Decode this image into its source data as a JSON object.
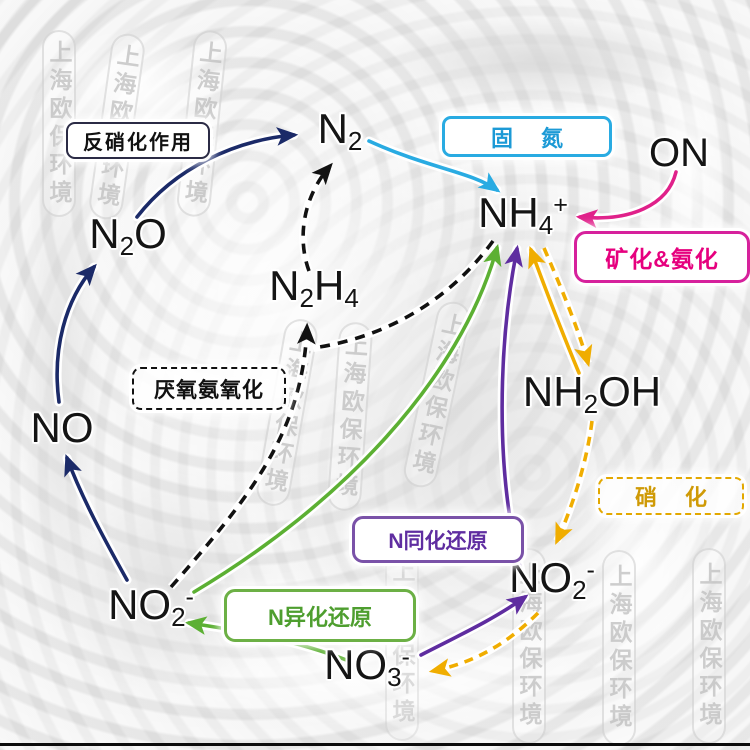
{
  "diagram": "nitrogen cycle process diagram",
  "watermark": {
    "text": "上海欧保环境"
  },
  "nodes": {
    "n2": {
      "main": "N",
      "sub": "2"
    },
    "n2o": {
      "main": "N",
      "sub": "2",
      "tail": "O"
    },
    "n2h4": {
      "main": "N",
      "sub": "2",
      "tail": "H",
      "sub2": "4"
    },
    "nh4": {
      "main": "NH",
      "sub": "4",
      "sup": "+"
    },
    "on": {
      "main": "ON"
    },
    "nh2oh": {
      "main": "NH",
      "sub": "2",
      "tail": "OH"
    },
    "no": {
      "main": "NO"
    },
    "no2_left": {
      "main": "NO",
      "sub": "2",
      "sup": "-"
    },
    "no2_right": {
      "main": "NO",
      "sub": "2",
      "sup": "-"
    },
    "no3": {
      "main": "NO",
      "sub": "3",
      "sup": "-"
    }
  },
  "labels": {
    "denitrification": "反硝化作用",
    "fixation": "固 氮",
    "mineralization": "矿化&氨化",
    "anammox": "厌氧氨氧化",
    "nitrification": "硝 化",
    "assimilatory": "N同化还原",
    "dissimilatory": "N异化还原"
  },
  "colors": {
    "denitrification_navy": "#1b2a68",
    "fixation_cyan": "#29abe2",
    "mineralization_magenta": "#e6007e",
    "nitrification_gold": "#f0ad00",
    "dissimilatory_green": "#5cb033",
    "assimilatory_purple": "#5f2da0",
    "anammox_black": "#121212"
  },
  "edges": [
    {
      "from": "NO2- (left)",
      "to": "NO",
      "process": "反硝化作用",
      "color": "navy",
      "style": "solid"
    },
    {
      "from": "NO",
      "to": "N2O",
      "process": "反硝化作用",
      "color": "navy",
      "style": "solid"
    },
    {
      "from": "N2O",
      "to": "N2",
      "process": "反硝化作用",
      "color": "navy",
      "style": "solid"
    },
    {
      "from": "N2",
      "to": "NH4+",
      "process": "固氮",
      "color": "cyan",
      "style": "solid"
    },
    {
      "from": "ON",
      "to": "NH4+",
      "process": "矿化&氨化",
      "color": "magenta",
      "style": "solid"
    },
    {
      "from": "NH4+",
      "to": "NH2OH",
      "process": "硝化",
      "color": "gold",
      "style": "dashed"
    },
    {
      "from": "NH2OH",
      "to": "NH4+",
      "process": "硝化",
      "color": "gold",
      "style": "solid"
    },
    {
      "from": "NH2OH",
      "to": "NO2- (right)",
      "process": "硝化",
      "color": "gold",
      "style": "dashed"
    },
    {
      "from": "NO2- (right)",
      "to": "NO3-",
      "process": "硝化",
      "color": "gold",
      "style": "dashed"
    },
    {
      "from": "NO3-",
      "to": "NO2- (right)",
      "process": "N同化还原",
      "color": "purple",
      "style": "solid"
    },
    {
      "from": "NO2- (right)",
      "to": "NH4+",
      "process": "N同化还原",
      "color": "purple",
      "style": "solid"
    },
    {
      "from": "NO3-",
      "to": "NO2- (left)",
      "process": "N异化还原",
      "color": "green",
      "style": "solid"
    },
    {
      "from": "NO2- (left)",
      "to": "NH4+",
      "process": "N异化还原",
      "color": "green",
      "style": "solid"
    },
    {
      "from": "NH4+",
      "to": "N2H4",
      "process": "厌氧氨氧化",
      "color": "black",
      "style": "dashed"
    },
    {
      "from": "NO2- (left)",
      "to": "N2H4",
      "process": "厌氧氨氧化",
      "color": "black",
      "style": "dashed"
    },
    {
      "from": "N2H4",
      "to": "N2",
      "process": "厌氧氨氧化",
      "color": "black",
      "style": "dashed"
    }
  ]
}
